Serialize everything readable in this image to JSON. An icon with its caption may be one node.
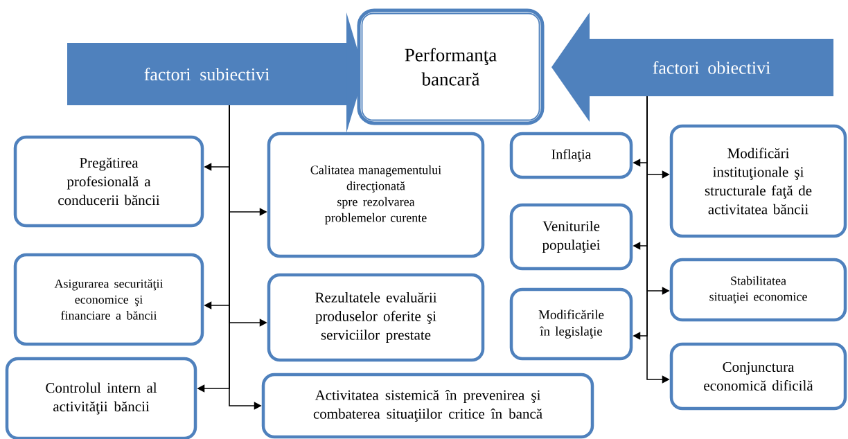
{
  "diagram": {
    "nodes": [
      {
        "text": [
          "factori subiectivi"
        ]
      },
      {
        "text": [
          "Performanţa bancară"
        ]
      },
      {
        "text": [
          "factori obiectivi"
        ]
      },
      {
        "text": [
          "Pregătirea profesională a conducerii băncii"
        ]
      },
      {
        "text": [
          "Calitatea managementului direcţionată spre rezolvarea problemelor curente"
        ]
      },
      {
        "text": [
          "Asigurarea securităţii economice şi financiare a băncii"
        ]
      },
      {
        "text": [
          "Rezultatele evaluării produselor oferite şi serviciilor prestate"
        ]
      },
      {
        "text": [
          "Controlul intern al activităţii băncii"
        ]
      },
      {
        "text": [
          "Activitatea sistemică în prevenirea şi combaterea situaţiilor critice în bancă"
        ]
      },
      {
        "text": [
          "Inflaţia"
        ]
      },
      {
        "text": [
          "Modificări instituţionale şi structurale faţă de activitatea băncii"
        ]
      },
      {
        "text": [
          "Veniturile populaţiei"
        ]
      },
      {
        "text": [
          "Stabilitatea situaţiei economice"
        ]
      },
      {
        "text": [
          "Modificările în legislaţie"
        ]
      },
      {
        "text": [
          "Conjunctura economică dificilă"
        ]
      }
    ],
    "edges": [
      {
        "from": 0,
        "to": 3,
        "arrow": "to"
      },
      {
        "from": 0,
        "to": 4,
        "arrow": "to"
      },
      {
        "from": 0,
        "to": 5,
        "arrow": "to"
      },
      {
        "from": 0,
        "to": 6,
        "arrow": "to"
      },
      {
        "from": 0,
        "to": 7,
        "arrow": "to"
      },
      {
        "from": 0,
        "to": 8,
        "arrow": "to"
      },
      {
        "from": 2,
        "to": 9,
        "arrow": "to"
      },
      {
        "from": 2,
        "to": 10,
        "arrow": "to"
      },
      {
        "from": 2,
        "to": 11,
        "arrow": "to"
      },
      {
        "from": 2,
        "to": 12,
        "arrow": "to"
      },
      {
        "from": 2,
        "to": 13,
        "arrow": "to"
      },
      {
        "from": 2,
        "to": 14,
        "arrow": "to"
      }
    ]
  }
}
